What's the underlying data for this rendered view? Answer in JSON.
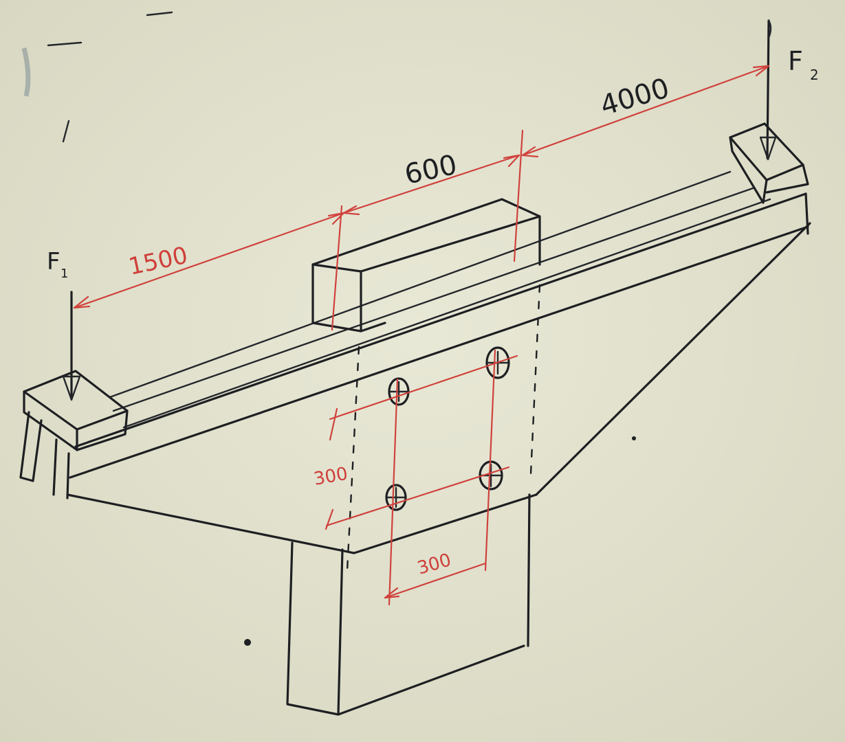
{
  "labels": {
    "force_left": "F",
    "force_left_sub": "1",
    "force_right": "F",
    "force_right_sub": "2",
    "dim_1500": "1500",
    "dim_600": "600",
    "dim_4000": "4000",
    "dim_300_vertical": "300",
    "dim_300_horizontal": "300"
  },
  "colors": {
    "board": "#e4e4d0",
    "ink": "#1d1f22",
    "dimension_ink": "#d0423c"
  }
}
